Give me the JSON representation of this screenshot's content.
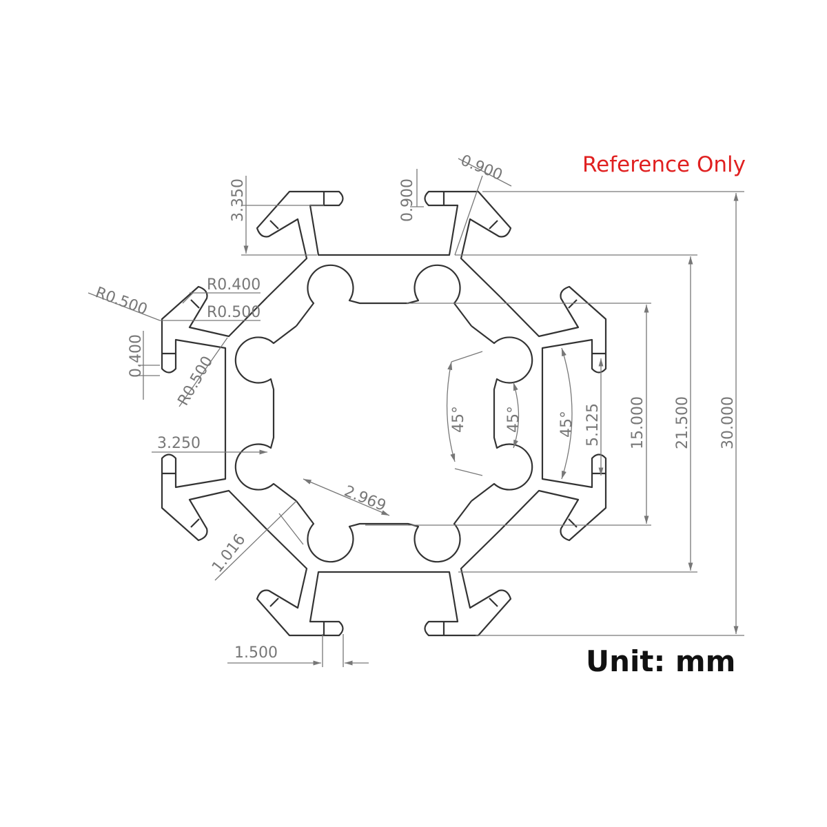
{
  "notes": {
    "reference": "Reference Only",
    "unit": "Unit: mm"
  },
  "dimensions": {
    "top_slot_depth": "3.350",
    "lip_thickness_v": "0.900",
    "lip_thickness_diag": "0.900",
    "radius_a": "R0.400",
    "radius_b": "R0.500",
    "radius_c": "R0.500",
    "radius_d": "R0.500",
    "lip_gap": "0.400",
    "side_offset": "3.250",
    "angle_inner": "45°",
    "angle_mid": "45°",
    "angle_outer": "45°",
    "slot_inner_width": "5.125",
    "inner_span": "15.000",
    "core_span": "21.500",
    "overall": "30.000",
    "lobe_width": "2.969",
    "wall_thickness": "1.016",
    "slot_opening": "1.500"
  },
  "colors": {
    "reference": "#e02020",
    "dimension": "#777777",
    "outline": "#333333"
  }
}
